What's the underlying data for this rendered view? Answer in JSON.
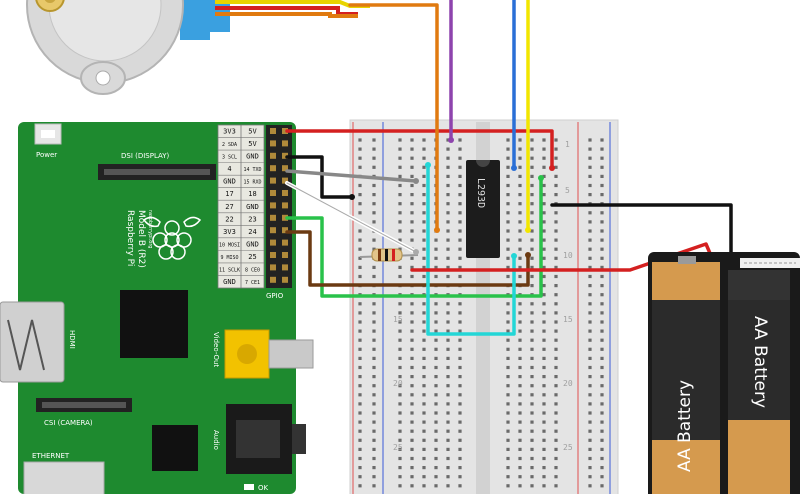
{
  "pi": {
    "power_label": "Power",
    "dsi_label": "DSI (DISPLAY)",
    "csi_label": "CSI (CAMERA)",
    "hdmi_label": "HDMI",
    "ethernet_label": "ETHERNET",
    "video_out_label": "Video-Out",
    "audio_label": "Audio",
    "gpio_label": "GPIO",
    "model_line1": "Raspberry Pi",
    "model_line2": "Model B (R2)",
    "ok_label": "OK",
    "fine_print": "raspberrypi.org",
    "gpio_rows": [
      [
        "3V3",
        "5V"
      ],
      [
        "2 SDA",
        "5V"
      ],
      [
        "3 SCL",
        "GND"
      ],
      [
        "4",
        "14 TXD"
      ],
      [
        "GND",
        "15 RXD"
      ],
      [
        "17",
        "18"
      ],
      [
        "27",
        "GND"
      ],
      [
        "22",
        "23"
      ],
      [
        "3V3",
        "24"
      ],
      [
        "10 MOSI",
        "GND"
      ],
      [
        "9 MISO",
        "25"
      ],
      [
        "11 SCLK",
        "8 CE0"
      ],
      [
        "GND",
        "7 CE1"
      ]
    ]
  },
  "chip": {
    "label": "L293D"
  },
  "breadboard": {
    "row_numbers": [
      "1",
      "5",
      "10",
      "15",
      "20",
      "25"
    ]
  },
  "battery": {
    "label_front": "AA Battery",
    "label_back": "AA Battery"
  },
  "colors": {
    "pcb": "#1e8a2f",
    "pin_box": "#e8e8e0",
    "wire_red": "#d42020",
    "wire_black": "#111111",
    "wire_orange": "#e07a10",
    "wire_purple": "#8e44ad",
    "wire_blue": "#2a6fd6",
    "wire_yellow": "#f2e600",
    "wire_green": "#29c24a",
    "wire_cyan": "#23d6d6",
    "wire_brown": "#6b3a12",
    "wire_gray": "#888888",
    "battery_tan": "#d59a4e"
  }
}
